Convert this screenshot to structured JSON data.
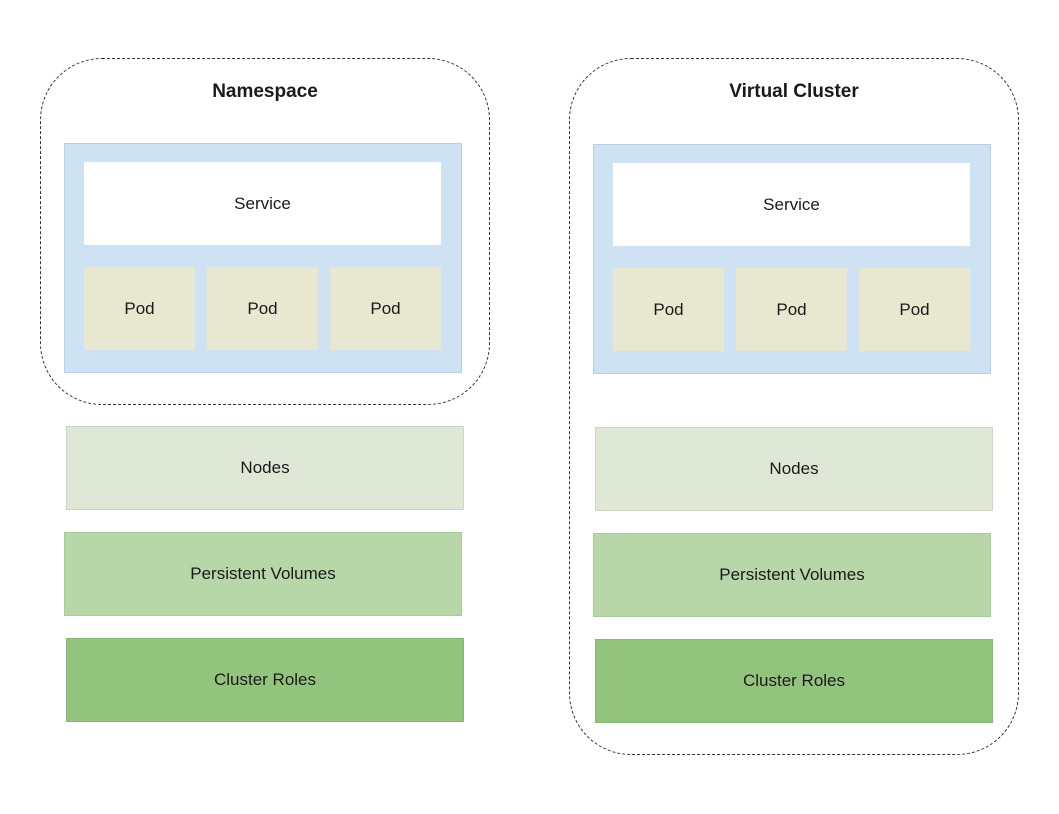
{
  "left": {
    "title": "Namespace",
    "service_label": "Service",
    "pods": [
      "Pod",
      "Pod",
      "Pod"
    ],
    "nodes_label": "Nodes",
    "pv_label": "Persistent Volumes",
    "roles_label": "Cluster Roles"
  },
  "right": {
    "title": "Virtual Cluster",
    "service_label": "Service",
    "pods": [
      "Pod",
      "Pod",
      "Pod"
    ],
    "nodes_label": "Nodes",
    "pv_label": "Persistent Volumes",
    "roles_label": "Cluster Roles"
  },
  "colors": {
    "container": "#cfe2f3",
    "pod": "#e8e7cf",
    "nodes": "#dfe8d6",
    "persistent_volumes": "#b7d7a8",
    "cluster_roles": "#93c47d"
  }
}
